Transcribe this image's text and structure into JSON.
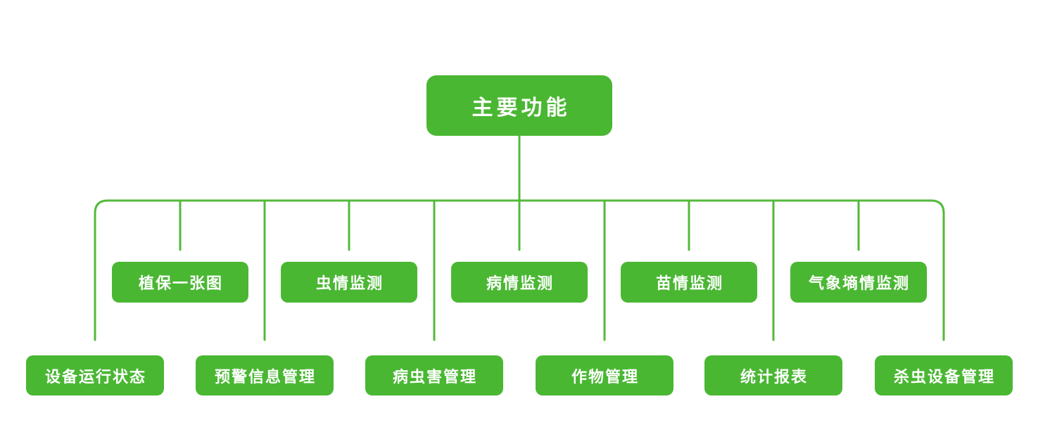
{
  "diagram": {
    "root": {
      "label": "主要功能"
    },
    "middle_row": {
      "items": [
        "植保一张图",
        "虫情监测",
        "病情监测",
        "苗情监测",
        "气象墒情监测"
      ]
    },
    "bottom_row": {
      "items": [
        "设备运行状态",
        "预警信息管理",
        "病虫害管理",
        "作物管理",
        "统计报表",
        "杀虫设备管理"
      ]
    },
    "colors": {
      "node_fill": "#4ab733",
      "connector": "#53b93a",
      "node_text": "#ffffff",
      "background": "#ffffff"
    }
  }
}
